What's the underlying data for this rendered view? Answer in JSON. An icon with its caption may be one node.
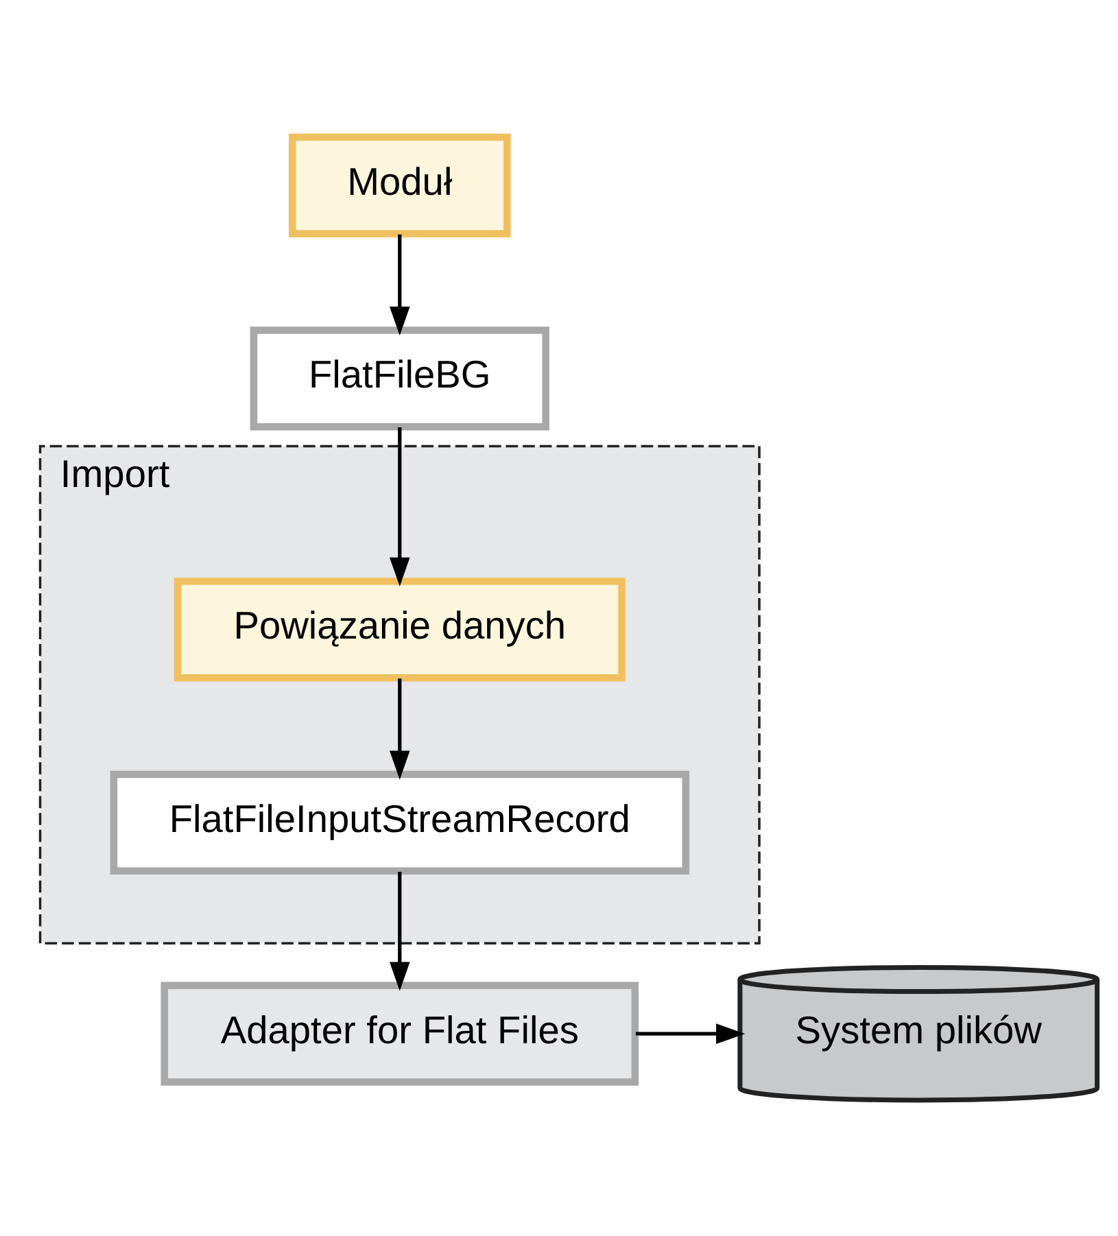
{
  "diagram": {
    "nodes": [
      {
        "text": [
          "Moduł"
        ]
      },
      {
        "text": [
          "FlatFileBG"
        ]
      },
      {
        "text": [
          "Import"
        ]
      },
      {
        "text": [
          "Powiązanie danych"
        ],
        "in": 2
      },
      {
        "text": [
          "FlatFileInputStreamRecord"
        ],
        "in": 2
      },
      {
        "text": [
          "Adapter for Flat Files"
        ]
      },
      {
        "text": [
          "System plików"
        ]
      }
    ],
    "edges": [
      {
        "from": 0,
        "to": 1,
        "arrow": "to"
      },
      {
        "from": 1,
        "to": 3,
        "arrow": "to"
      },
      {
        "from": 3,
        "to": 4,
        "arrow": "to"
      },
      {
        "from": 4,
        "to": 5,
        "arrow": "to"
      },
      {
        "from": 5,
        "to": 6,
        "arrow": "to"
      }
    ]
  }
}
